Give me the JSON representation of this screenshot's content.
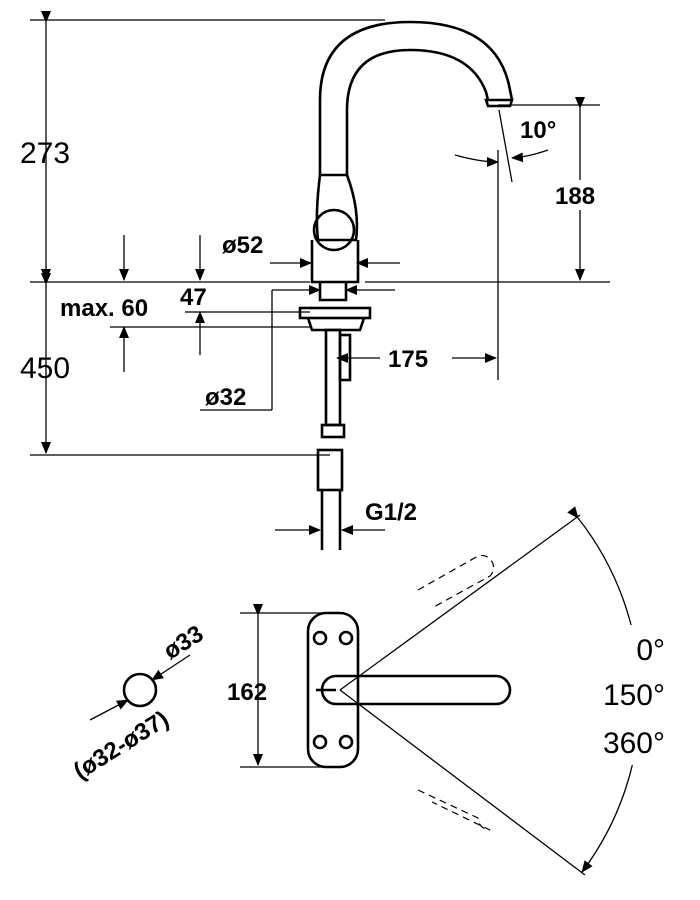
{
  "labels": {
    "height_top": "273",
    "height_bottom": "450",
    "max_thickness": "max. 60",
    "base_height": "47",
    "body_diameter": "ø52",
    "shank_diameter": "ø32",
    "spout_reach": "175",
    "spout_height": "188",
    "spout_angle": "10°",
    "thread": "G1/2",
    "hole_diameter": "ø33",
    "hole_range": "(ø32-ø37)",
    "depth_plan": "162",
    "rotation_0": "0°",
    "rotation_150": "150°",
    "rotation_360": "360°"
  },
  "colors": {
    "ink": "#000000",
    "paper": "#ffffff"
  }
}
